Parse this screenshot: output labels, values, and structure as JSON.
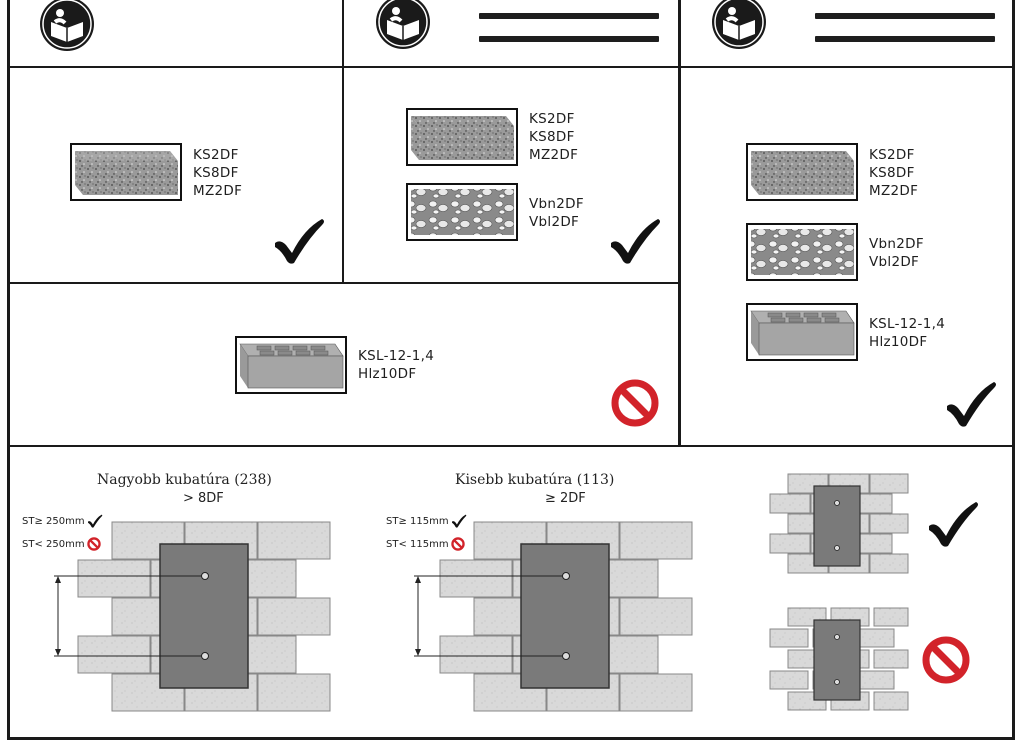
{
  "colors": {
    "line": "#1a1a1a",
    "no": "#d2232a",
    "brick": "#d6d6d6",
    "plate": "#7a7a7a"
  },
  "icons": {
    "manual": "manual-book-icon",
    "check": "check-mark-icon",
    "no": "prohibited-icon"
  },
  "panel_a": {
    "labels": [
      "KS2DF",
      "KS8DF",
      "MZ2DF"
    ]
  },
  "panel_b": {
    "labels_1": [
      "KS2DF",
      "KS8DF",
      "MZ2DF"
    ],
    "labels_2": [
      "Vbn2DF",
      "Vbl2DF"
    ]
  },
  "panel_c": {
    "labels_1": [
      "KS2DF",
      "KS8DF",
      "MZ2DF"
    ],
    "labels_2": [
      "Vbn2DF",
      "Vbl2DF"
    ],
    "labels_3": [
      "KSL-12-1,4",
      "Hlz10DF"
    ]
  },
  "panel_d": {
    "labels": [
      "KSL-12-1,4",
      "Hlz10DF"
    ]
  },
  "wall_large": {
    "title": "Nagyobb kubatúra (238)",
    "subtitle": "> 8DF",
    "st_ok": "ST≥ 250mm",
    "st_no": "ST< 250mm"
  },
  "wall_small": {
    "title": "Kisebb kubatúra (113)",
    "subtitle": "≥ 2DF",
    "st_ok": "ST≥ 115mm",
    "st_no": "ST< 115mm"
  }
}
